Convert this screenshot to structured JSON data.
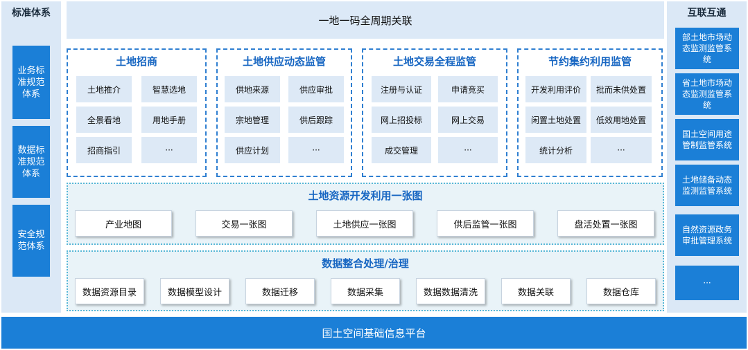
{
  "left": {
    "title": "标准体系",
    "blocks": [
      "业务标准规范体系",
      "数据标准规范体系",
      "安全规范体系"
    ]
  },
  "right": {
    "title": "互联互通",
    "blocks": [
      "部土地市场动态监测监管系统",
      "省土地市场动态监测监管系统",
      "国土空间用途管制监管系统",
      "土地储备动态监测监管系统",
      "自然资源政务审批管理系统",
      "···"
    ]
  },
  "banner": "一地一码全周期关联",
  "modules": [
    {
      "title": "土地招商",
      "cells": [
        "土地推介",
        "智慧选地",
        "全景看地",
        "用地手册",
        "招商指引",
        "···"
      ]
    },
    {
      "title": "土地供应动态监管",
      "cells": [
        "供地来源",
        "供应审批",
        "宗地管理",
        "供后跟踪",
        "供应计划",
        "···"
      ]
    },
    {
      "title": "土地交易全程监管",
      "cells": [
        "注册与认证",
        "申请竞买",
        "网上招投标",
        "网上交易",
        "成交管理",
        "···"
      ]
    },
    {
      "title": "节约集约利用监管",
      "cells": [
        "开发利用评价",
        "批而未供处置",
        "闲置土地处置",
        "低效用地处置",
        "统计分析",
        "···"
      ]
    }
  ],
  "map_band": {
    "title": "土地资源开发利用一张图",
    "items": [
      "产业地图",
      "交易一张图",
      "土地供应一张图",
      "供后监管一张图",
      "盘活处置一张图"
    ]
  },
  "data_band": {
    "title": "数据整合处理/治理",
    "items": [
      "数据资源目录",
      "数据模型设计",
      "数据迁移",
      "数据采集",
      "数据数据清洗",
      "数据关联",
      "数据仓库"
    ]
  },
  "platform": "国土空间基础信息平台",
  "colors": {
    "primary_blue": "#1b7fd7",
    "light_blue": "#dbe8f6",
    "title_blue": "#1766c2"
  }
}
